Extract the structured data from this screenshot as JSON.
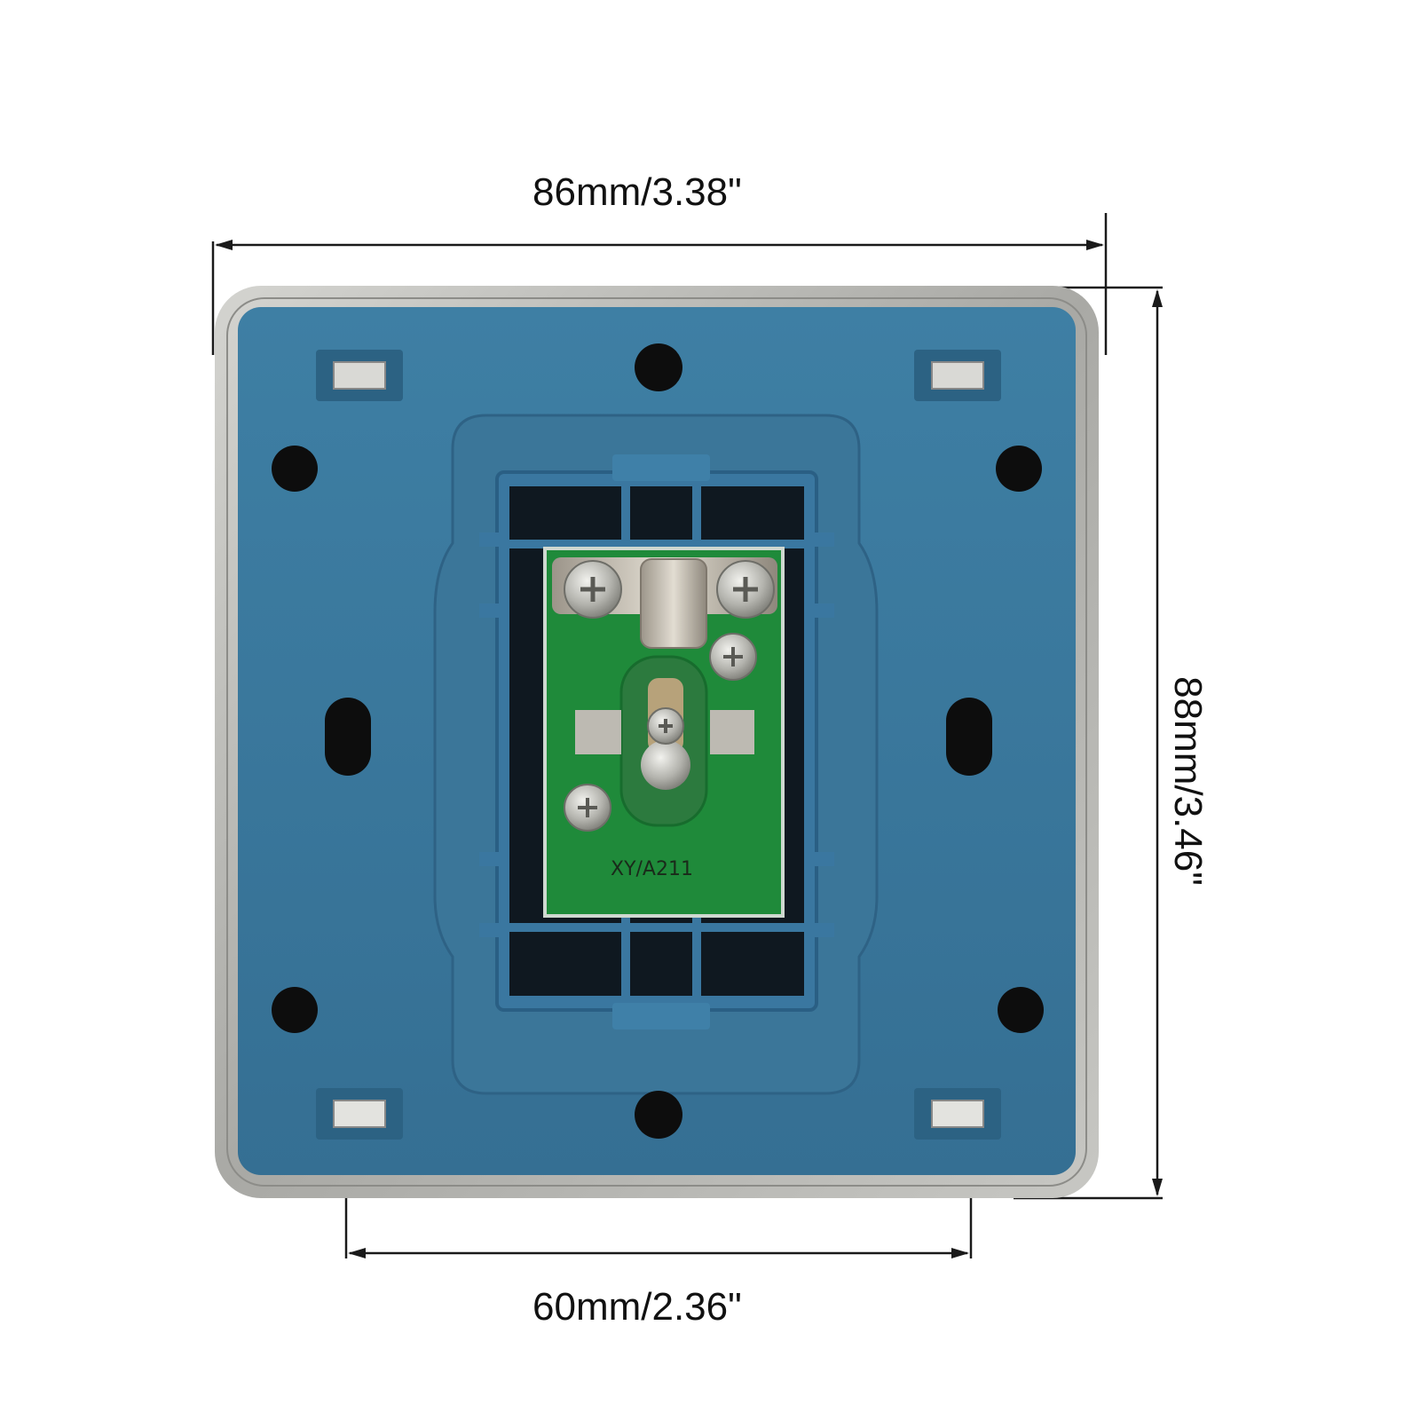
{
  "dimensions": {
    "width_label": "86mm/3.38\"",
    "height_label": "88mm/3.46\"",
    "hole_spacing_label": "60mm/2.36\""
  },
  "pcb": {
    "marking": "XY/A211"
  },
  "colors": {
    "plate_blue": "#3f7fa3",
    "frame_silver": "#b6b6b2",
    "pcb_green": "#1f8a3a",
    "dimension_line": "#1a1a1a"
  }
}
